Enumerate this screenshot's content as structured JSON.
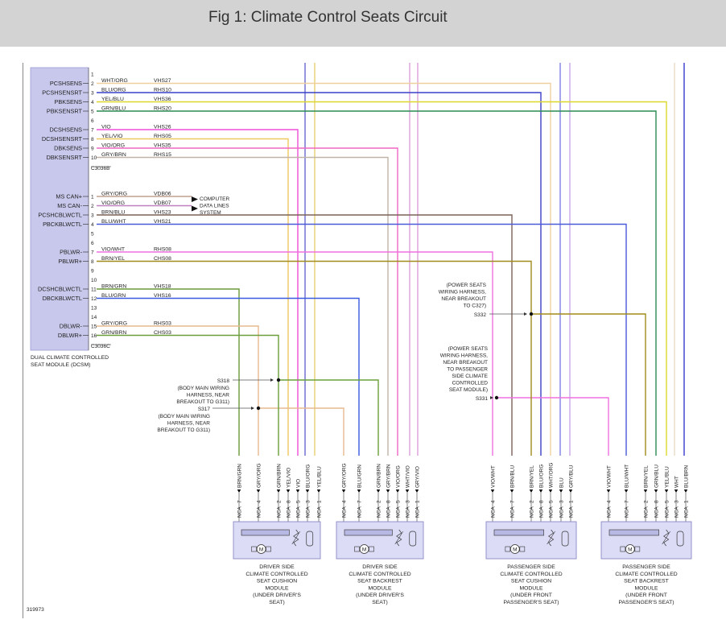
{
  "header": {
    "title": "Fig 1: Climate Control Seats Circuit"
  },
  "colors": {
    "wht_org": "#f0cf9e",
    "blu_org": "#3a40c8",
    "yel_blu": "#dcd82a",
    "grn_blu": "#2a8a52",
    "vio": "#ee4fd8",
    "yel_vio": "#f0c860",
    "vio_org": "#f066c4",
    "gry_brn": "#c0b4a8",
    "gry_org": "#c0a090",
    "vio_org_can": "#c080c0",
    "brn_blu": "#7a6258",
    "blu_wht": "#4a5ad8",
    "vio_wht": "#f070e0",
    "brn_yel": "#a08c1a",
    "brn_grn": "#6a9a3a",
    "blu_grn": "#3a5ae0",
    "gry_org_dblwr": "#e8b890",
    "grn_brn": "#6aa03a",
    "vio_light": "#dda0dd",
    "blu_light": "#8080e8",
    "module_fill": "#dcdcf6",
    "dcsm_fill": "#c8c8ec"
  },
  "dcsm": {
    "label_line1": "DUAL CLIMATE CONTROLLED",
    "label_line2": "SEAT MODULE (DCSM)",
    "connectors": [
      {
        "name": "C3036B",
        "pins": [
          {
            "num": "1",
            "signal": "",
            "wire": "",
            "circuit": "",
            "color": ""
          },
          {
            "num": "2",
            "signal": "PCSHSENS",
            "wire": "WHT/ORG",
            "circuit": "VHS27",
            "color": "wht_org"
          },
          {
            "num": "3",
            "signal": "PCSHSENSRT",
            "wire": "BLU/ORG",
            "circuit": "RHS10",
            "color": "blu_org"
          },
          {
            "num": "4",
            "signal": "PBKSENS",
            "wire": "YEL/BLU",
            "circuit": "VHS36",
            "color": "yel_blu"
          },
          {
            "num": "5",
            "signal": "PBKSENSRT",
            "wire": "GRN/BLU",
            "circuit": "RHS20",
            "color": "grn_blu"
          },
          {
            "num": "6",
            "signal": "",
            "wire": "",
            "circuit": "",
            "color": ""
          },
          {
            "num": "7",
            "signal": "DCSHSENS",
            "wire": "VIO",
            "circuit": "VHS26",
            "color": "vio"
          },
          {
            "num": "8",
            "signal": "DCSHSENSRT",
            "wire": "YEL/VIO",
            "circuit": "RHS05",
            "color": "yel_vio"
          },
          {
            "num": "9",
            "signal": "DBKSENS",
            "wire": "VIO/ORG",
            "circuit": "VHS35",
            "color": "vio_org"
          },
          {
            "num": "10",
            "signal": "DBKSENSRT",
            "wire": "GRY/BRN",
            "circuit": "RHS15",
            "color": "gry_brn"
          }
        ]
      },
      {
        "name": "C3036C",
        "pins": [
          {
            "num": "1",
            "signal": "MS CAN+",
            "wire": "GRY/ORG",
            "circuit": "VDB06",
            "color": "gry_org"
          },
          {
            "num": "2",
            "signal": "MS CAN-",
            "wire": "VIO/ORG",
            "circuit": "VDB07",
            "color": "vio_org_can"
          },
          {
            "num": "3",
            "signal": "PCSHCBLWCTL",
            "wire": "BRN/BLU",
            "circuit": "VHS23",
            "color": "brn_blu"
          },
          {
            "num": "4",
            "signal": "PBCKBLWCTL",
            "wire": "BLU/WHT",
            "circuit": "VHS21",
            "color": "blu_wht"
          },
          {
            "num": "5",
            "signal": "",
            "wire": "",
            "circuit": "",
            "color": ""
          },
          {
            "num": "6",
            "signal": "",
            "wire": "",
            "circuit": "",
            "color": ""
          },
          {
            "num": "7",
            "signal": "PBLWR-",
            "wire": "VIO/WHT",
            "circuit": "RHS08",
            "color": "vio_wht"
          },
          {
            "num": "8",
            "signal": "PBLWR+",
            "wire": "BRN/YEL",
            "circuit": "CHS08",
            "color": "brn_yel"
          },
          {
            "num": "9",
            "signal": "",
            "wire": "",
            "circuit": "",
            "color": ""
          },
          {
            "num": "10",
            "signal": "",
            "wire": "",
            "circuit": "",
            "color": ""
          },
          {
            "num": "11",
            "signal": "DCSHCBLWCTL",
            "wire": "BRN/GRN",
            "circuit": "VHS18",
            "color": "brn_grn"
          },
          {
            "num": "12",
            "signal": "DBCKBLWCTL",
            "wire": "BLU/GRN",
            "circuit": "VHS16",
            "color": "blu_grn"
          },
          {
            "num": "13",
            "signal": "",
            "wire": "",
            "circuit": "",
            "color": ""
          },
          {
            "num": "14",
            "signal": "",
            "wire": "",
            "circuit": "",
            "color": ""
          },
          {
            "num": "15",
            "signal": "DBLWR-",
            "wire": "GRY/ORG",
            "circuit": "RHS03",
            "color": "gry_org_dblwr"
          },
          {
            "num": "16",
            "signal": "DBLWR+",
            "wire": "GRN/BRN",
            "circuit": "CHS03",
            "color": "grn_brn"
          }
        ]
      }
    ]
  },
  "computer_data_lines": {
    "line1": "COMPUTER",
    "line2": "DATA LINES",
    "line3": "SYSTEM"
  },
  "splices": [
    {
      "name": "S318",
      "note": [
        "(BODY MAIN WIRING",
        "HARNESS, NEAR",
        "BREAKOUT TO G311)"
      ]
    },
    {
      "name": "S317",
      "note": [
        "(BODY MAIN WIRING",
        "HARNESS, NEAR",
        "BREAKOUT TO G311)"
      ]
    },
    {
      "name": "S332",
      "note": [
        "(POWER SEATS",
        "WIRING HARNESS,",
        "NEAR BREAKOUT",
        "TO C327)"
      ]
    },
    {
      "name": "S331",
      "note": [
        "(POWER SEATS",
        "WIRING HARNESS,",
        "NEAR BREAKOUT",
        "TO PASSENGER",
        "SIDE CLIMATE",
        "CONTROLLED",
        "SEAT MODULE)"
      ]
    }
  ],
  "modules": [
    {
      "label": [
        "DRIVER SIDE",
        "CLIMATE CONTROLLED",
        "SEAT CUSHION",
        "MODULE",
        "(UNDER DRIVER'S",
        "SEAT)"
      ],
      "pins": [
        {
          "wire": "BRN/GRN",
          "pin": "7",
          "nca": "NCA"
        },
        {
          "wire": "GRY/ORG",
          "pin": "4",
          "nca": "NCA"
        },
        {
          "wire": "GRN/BRN",
          "pin": "2",
          "nca": "NCA"
        },
        {
          "wire": "YEL/VIO",
          "pin": "8",
          "nca": "NCA"
        },
        {
          "wire": "VIO",
          "pin": "5",
          "nca": "NCA"
        },
        {
          "wire": "BLU/ORG",
          "pin": "3",
          "nca": "NCA"
        },
        {
          "wire": "YEL/BLU",
          "pin": "1",
          "nca": "NCA"
        }
      ]
    },
    {
      "label": [
        "DRIVER SIDE",
        "CLIMATE CONTROLLED",
        "SEAT BACKREST",
        "MODULE",
        "(UNDER DRIVER'S",
        "SEAT)"
      ],
      "pins": [
        {
          "wire": "GRY/ORG",
          "pin": "4",
          "nca": "NCA"
        },
        {
          "wire": "BLU/GRN",
          "pin": "7",
          "nca": "NCA"
        },
        {
          "wire": "GRN/BRN",
          "pin": "2",
          "nca": "NCA"
        },
        {
          "wire": "GRY/BRN",
          "pin": "8",
          "nca": "NCA"
        },
        {
          "wire": "VIO/ORG",
          "pin": "5",
          "nca": "NCA"
        },
        {
          "wire": "WHT/VIO",
          "pin": "3",
          "nca": "NCA"
        },
        {
          "wire": "GRY/VIO",
          "pin": "1",
          "nca": "NCA"
        }
      ]
    },
    {
      "label": [
        "PASSENGER SIDE",
        "CLIMATE CONTROLLED",
        "SEAT CUSHION",
        "MODULE",
        "(UNDER FRONT",
        "PASSENGER'S SEAT)"
      ],
      "pins": [
        {
          "wire": "VIO/WHT",
          "pin": "4",
          "nca": "NCA"
        },
        {
          "wire": "BRN/BLU",
          "pin": "7",
          "nca": "NCA"
        },
        {
          "wire": "BRN/YEL",
          "pin": "2",
          "nca": "NCA"
        },
        {
          "wire": "BLU/ORG",
          "pin": "8",
          "nca": "NCA"
        },
        {
          "wire": "WHT/ORG",
          "pin": "5",
          "nca": "NCA"
        },
        {
          "wire": "BLU",
          "pin": "3",
          "nca": "NCA"
        },
        {
          "wire": "GRY/BLU",
          "pin": "1",
          "nca": "NCA"
        }
      ]
    },
    {
      "label": [
        "PASSENGER SIDE",
        "CLIMATE CONTROLLED",
        "SEAT BACKREST",
        "MODULE",
        "(UNDER FRONT",
        "PASSENGER'S SEAT)"
      ],
      "pins": [
        {
          "wire": "VIO/WHT",
          "pin": "4",
          "nca": "NCA"
        },
        {
          "wire": "BLU/WHT",
          "pin": "7",
          "nca": "NCA"
        },
        {
          "wire": "BRN/YEL",
          "pin": "2",
          "nca": "NCA"
        },
        {
          "wire": "GRN/BLU",
          "pin": "8",
          "nca": "NCA"
        },
        {
          "wire": "YEL/BLU",
          "pin": "5",
          "nca": "NCA"
        },
        {
          "wire": "WHT",
          "pin": "3",
          "nca": "NCA"
        },
        {
          "wire": "BLU/BRN",
          "pin": "1",
          "nca": "NCA"
        }
      ]
    }
  ],
  "doc_number": "319973"
}
